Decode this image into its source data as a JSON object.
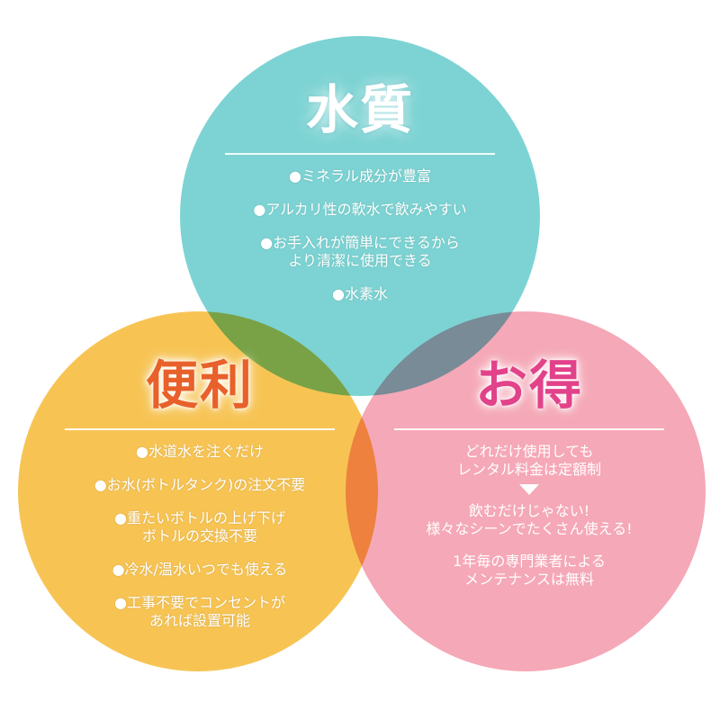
{
  "circles": {
    "top": {
      "title": "水質",
      "color": "#7dd3d3",
      "items": [
        [
          "●ミネラル成分が豊富"
        ],
        [
          "●アルカリ性の軟水で飲みやすい"
        ],
        [
          "●お手入れが簡単にできるから",
          "より清潔に使用できる"
        ],
        [
          "●水素水"
        ]
      ]
    },
    "left": {
      "title": "便利",
      "color": "#f7c454",
      "items": [
        [
          "●水道水を注ぐだけ"
        ],
        [
          "●お水(ボトルタンク)の注文不要"
        ],
        [
          "●重たいボトルの上げ下げ",
          "ボトルの交換不要"
        ],
        [
          "●冷水/温水いつでも使える"
        ],
        [
          "●工事不要でコンセントが",
          "あれば設置可能"
        ]
      ]
    },
    "right": {
      "title": "お得",
      "color": "#f5a8b7",
      "items": [
        [
          "どれだけ使用しても",
          "レンタル料金は定額制"
        ],
        [
          "飲むだけじゃない!",
          "様々なシーンでたくさん使える!"
        ],
        [
          "1年毎の専門業者による",
          "メンテナンスは無料"
        ]
      ]
    }
  }
}
